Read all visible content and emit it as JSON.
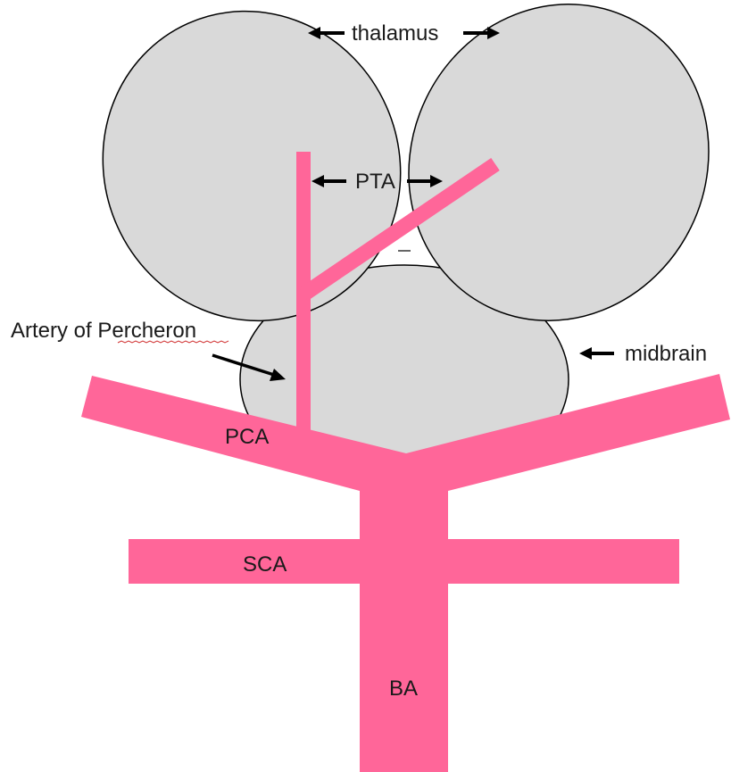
{
  "colors": {
    "tissue_fill": "#d9d9d9",
    "tissue_outline": "#000000",
    "artery": "#ff6699",
    "arrow": "#000000",
    "text": "#1a1a1a",
    "spellcheck_underline": "#d03030"
  },
  "labels": {
    "thalamus": "thalamus",
    "pta": "PTA",
    "artery_of_percheron": "Artery of Percheron",
    "midbrain": "midbrain",
    "pca": "PCA",
    "sca": "SCA",
    "ba": "BA"
  }
}
